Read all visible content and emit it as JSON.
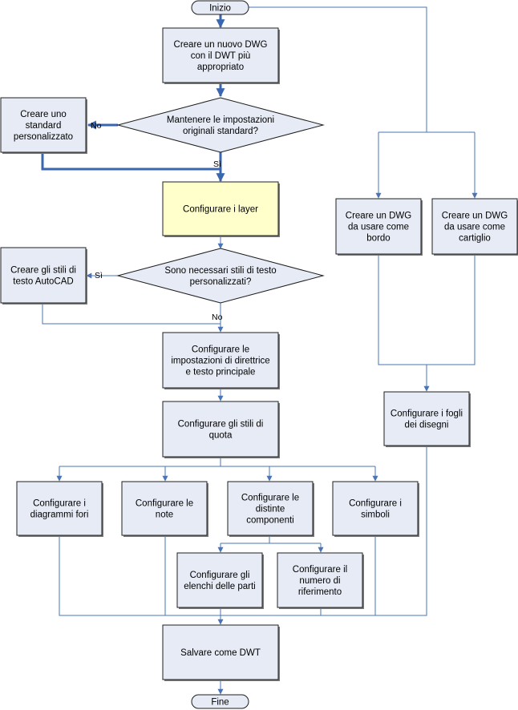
{
  "terminals": {
    "start": "Inizio",
    "end": "Fine"
  },
  "boxes": {
    "new_dwg": [
      "Creare un nuovo DWG",
      "con il DWT più",
      "appropriato"
    ],
    "custom_standard": [
      "Creare uno",
      "standard",
      "personalizzato"
    ],
    "layers": [
      "Configurare i layer"
    ],
    "text_styles": [
      "Creare gli stili di",
      "testo AutoCAD"
    ],
    "leader": [
      "Configurare le",
      "impostazioni di direttrice",
      "e testo principale"
    ],
    "dim_styles": [
      "Configurare gli stili di",
      "quota"
    ],
    "hole_charts": [
      "Configurare i",
      "diagrammi fori"
    ],
    "notes": [
      "Configurare le",
      "note"
    ],
    "bom": [
      "Configurare le",
      "distinte",
      "componenti"
    ],
    "symbols": [
      "Configurare i",
      "simboli"
    ],
    "parts_lists": [
      "Configurare gli",
      "elenchi delle parti"
    ],
    "ref_number": [
      "Configurare il",
      "numero di",
      "riferimento"
    ],
    "save_dwt": [
      "Salvare come DWT"
    ],
    "border_dwg": [
      "Creare un DWG",
      "da usare come",
      "bordo"
    ],
    "titleblock_dwg": [
      "Creare un DWG",
      "da usare come",
      "cartiglio"
    ],
    "sheets": [
      "Configurare i fogli",
      "dei disegni"
    ]
  },
  "decisions": {
    "keep_standard": [
      "Mantenere le impostazioni",
      "originali standard?"
    ],
    "custom_text": [
      "Sono necessari stili di testo",
      "personalizzati?"
    ]
  },
  "labels": {
    "no_1": "No",
    "yes_1": "Sì",
    "yes_2": "Sì",
    "no_2": "No"
  },
  "colors": {
    "box_fill": "#e6ebf5",
    "highlight_fill": "#ffffcc",
    "connector": "#4a74b6"
  }
}
